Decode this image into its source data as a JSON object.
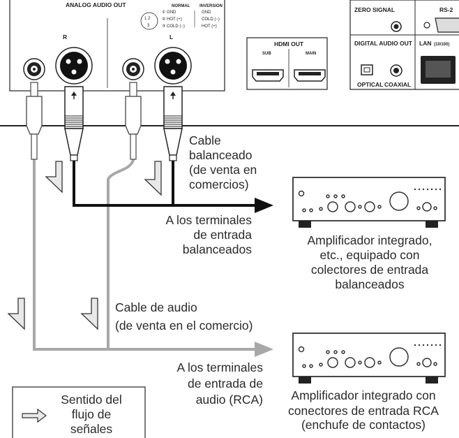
{
  "panel": {
    "analog_audio_out": "ANALOG AUDIO OUT",
    "normal": "NORMAL",
    "inversion": "INVERSION",
    "pin_numbers_top": "1   2",
    "pin_number_bottom": "3",
    "pin1": "① GND",
    "pin2": "② HOT (+)",
    "pin3": "③ COLD (−)",
    "inv_pin1": "GND",
    "inv_pin2": "COLD (−)",
    "inv_pin3": "HOT (+)",
    "r": "R",
    "l": "L",
    "hdmi_out": "HDMI OUT",
    "sub": "SUB",
    "main": "MAIN",
    "zero_signal": "ZERO SIGNAL",
    "rs232": "RS-2",
    "digital_audio_out": "DIGITAL AUDIO OUT",
    "lan": "LAN",
    "lan_speed": "(10/100)",
    "optical": "OPTICAL",
    "coaxial": "COAXIAL"
  },
  "labels": {
    "balanced_cable": [
      "Cable",
      "balanceado",
      "(de venta en",
      "comercios)"
    ],
    "to_balanced": [
      "A los terminales",
      "de entrada",
      "balanceados"
    ],
    "amp_balanced": [
      "Amplificador integrado,",
      "etc., equipado con",
      "colectores de entrada",
      "balanceados"
    ],
    "audio_cable": [
      "Cable de audio",
      "(de venta en el comercio)"
    ],
    "to_rca": [
      "A los terminales",
      "de entrada de",
      "audio (RCA)"
    ],
    "amp_rca": [
      "Amplificador integrado con",
      "conectores de entrada RCA",
      "(enchufe de contactos)"
    ],
    "legend": [
      "Sentido del",
      "flujo de",
      "señales"
    ]
  },
  "colors": {
    "balanced_line": "#111111",
    "rca_line": "#a8a8a8",
    "arrow_fill": "#e6e6e6"
  }
}
